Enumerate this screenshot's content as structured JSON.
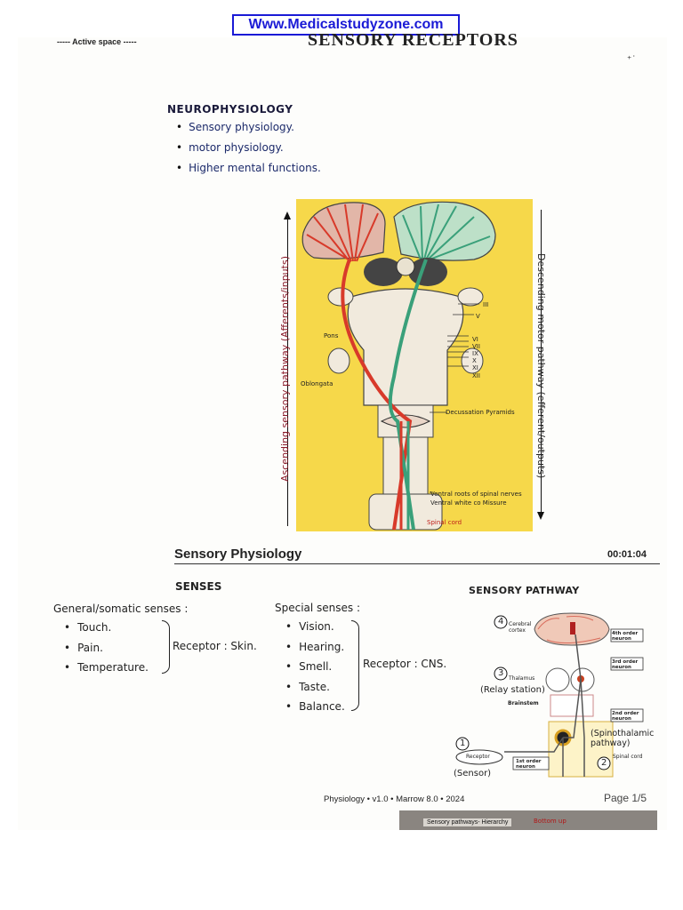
{
  "banner": "Www.Medicalstudyzone.com",
  "header": {
    "active_space": "----- Active space -----",
    "title": "SENSORY RECEPTORS"
  },
  "neurophysiology": {
    "heading": "NEUROPHYSIOLOGY",
    "items": [
      "Sensory physiology.",
      "motor physiology.",
      "Higher mental functions."
    ]
  },
  "brain_figure": {
    "ascending_label": "Ascending sensory pathway (Afferents/inputs)",
    "descending_label": "Descending motor pathway (efferent/outputs)",
    "labels": {
      "iii": "III",
      "v": "V",
      "pons": "Pons",
      "vi": "VI",
      "vii": "VII",
      "ix": "IX",
      "x": "X",
      "xi": "XI",
      "xii": "XII",
      "oblongata": "Oblongata",
      "decussation": "Decussation Pyramids",
      "ventral_roots": "Ventral roots of spinal nerves",
      "ventral_white": "Ventral white co Missure",
      "spinal_cord": "Spinal cord"
    },
    "colors": {
      "background": "#f6d84a",
      "ascending": "#d83a2a",
      "descending": "#3aa07a"
    }
  },
  "section": {
    "title": "Sensory Physiology",
    "timestamp": "00:01:04"
  },
  "senses": {
    "heading": "SENSES",
    "general": {
      "heading": "General/somatic senses :",
      "items": [
        "Touch.",
        "Pain.",
        "Temperature."
      ],
      "receptor": "Receptor : Skin."
    },
    "special": {
      "heading": "Special senses :",
      "items": [
        "Vision.",
        "Hearing.",
        "Smell.",
        "Taste.",
        "Balance."
      ],
      "receptor": "Receptor : CNS."
    }
  },
  "pathway": {
    "heading": "SENSORY PATHWAY",
    "labels": {
      "n4": "4",
      "cerebral_cortex": "Cerebral cortex",
      "order4": "4th order neuron",
      "n3": "3",
      "thalamus": "Thalamus",
      "relay": "(Relay station)",
      "order3": "3rd order neuron",
      "brainstem": "Brainstem",
      "order2": "2nd order neuron",
      "n1": "1",
      "receptor": "Receptor",
      "sensor": "(Sensor)",
      "order1": "1st order neuron",
      "spinothalamic": "(Spinothalamic pathway)",
      "spinal_cord": "Spinal cord",
      "n2": "2"
    }
  },
  "footer": {
    "text": "Physiology • v1.0 • Marrow 8.0 • 2024",
    "page": "Page 1/5"
  },
  "bottom_strip": {
    "tab": "Sensory pathways- Hierarchy",
    "note": "Bottom up"
  }
}
